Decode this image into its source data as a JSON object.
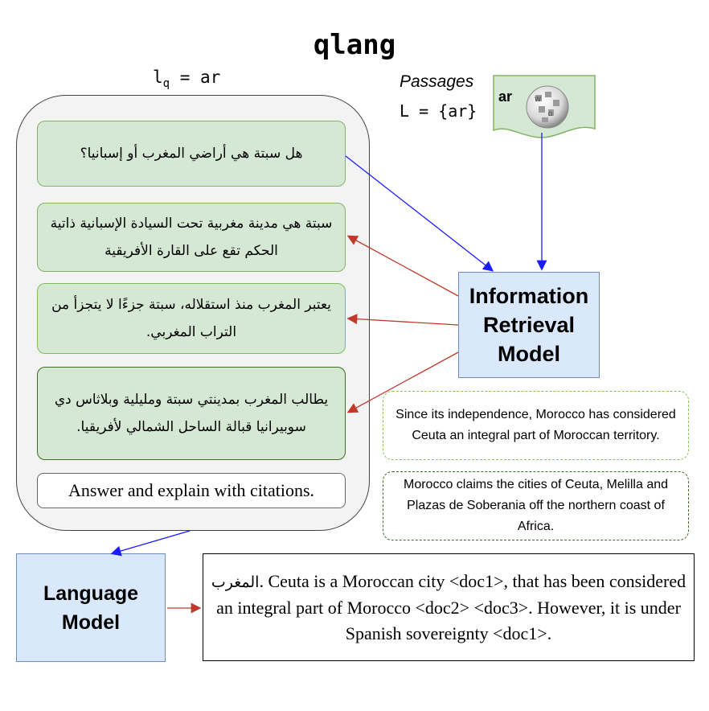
{
  "title": "qlang",
  "query_lang": {
    "var": "l",
    "sub": "q",
    "rest": " = ar"
  },
  "passages": {
    "label": "Passages",
    "set": "L = {ar}",
    "source_lang": "ar"
  },
  "query": "هل سبتة هي أراضي المغرب أو إسبانيا؟",
  "retrieved": [
    "سبتة هي مدينة مغربية تحت السيادة الإسبانية ذاتية الحكم تقع على القارة الأفريقية",
    "يعتبر المغرب منذ استقلاله، سبتة جزءًا لا يتجزأ من التراب المغربي.",
    "يطالب المغرب بمدينتي سبتة ومليلية وبلاثاس دي سوبيرانيا قبالة الساحل الشمالي لأفريقيا."
  ],
  "instruction": "Answer and explain with citations.",
  "ir_model": "Information Retrieval Model",
  "language_model": "Language Model",
  "translations": [
    "Since its independence, Morocco has considered Ceuta an integral part of Moroccan territory.",
    "Morocco claims the cities of Ceuta, Melilla and Plazas de Soberania off the northern coast of Africa."
  ],
  "answer": {
    "ar_word": "المغرب",
    "text": ". Ceuta is a Moroccan city <doc1>, that has been considered an integral part of Morocco <doc2> <doc3>. However, it is under Spanish sovereignty <doc1>."
  },
  "colors": {
    "query_arrow": "#1a1aff",
    "retrieval_arrow": "#c0392b",
    "green_fill": "#d5e8d4",
    "blue_fill": "#dae8fc"
  },
  "icons": [
    "wikipedia-globe-icon"
  ]
}
